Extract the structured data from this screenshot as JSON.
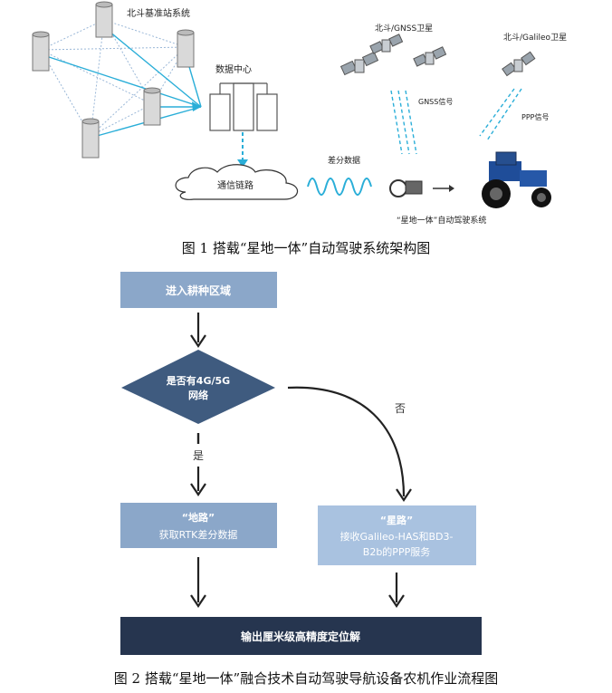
{
  "figure1": {
    "labels": {
      "base_station_system": "北斗基准站系统",
      "data_center": "数据中心",
      "beidou_gnss_sat": "北斗/GNSS卫星",
      "beidou_galileo_sat": "北斗/Galileo卫星",
      "gnss_signal": "GNSS信号",
      "ppp_signal": "PPP信号",
      "comm_link": "通信链路",
      "diff_data": "差分数据",
      "autopilot_system": "“星地一体”自动驾驶系统"
    },
    "caption": "图 1 搭载“星地一体”自动驾驶系统架构图"
  },
  "figure2": {
    "nodes": {
      "start": "进入耕种区域",
      "decision_line1": "是否有4G/5G",
      "decision_line2": "网络",
      "yes": "是",
      "no": "否",
      "ground_title": "“地路”",
      "ground_body": "获取RTK差分数据",
      "star_title": "“星路”",
      "star_body_line1": "接收Galileo-HAS和BD3-",
      "star_body_line2": "B2b的PPP服务",
      "output": "输出厘米级高精度定位解"
    },
    "colors": {
      "box_fill": "#8ba7c9",
      "diamond_fill": "#3f5b7f",
      "output_fill": "#26354f",
      "star_fill": "#a9c2e0",
      "link_cyan": "#2aaed8"
    },
    "caption": "图 2 搭载“星地一体”融合技术自动驾驶导航设备农机作业流程图"
  }
}
